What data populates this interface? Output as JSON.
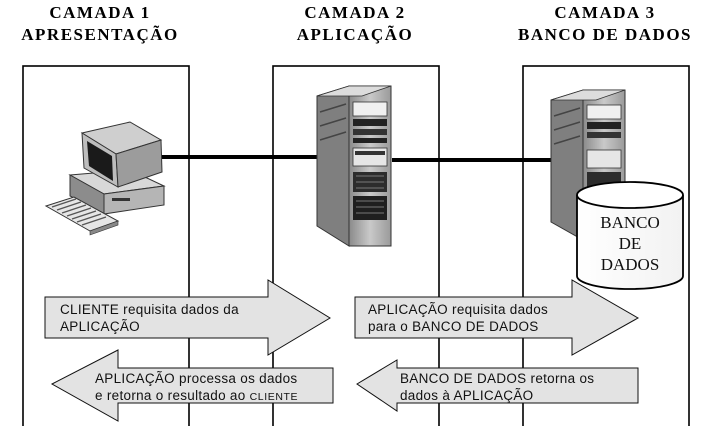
{
  "layers": [
    {
      "line1": "CAMADA 1",
      "line2": "APRESENTAÇÃO"
    },
    {
      "line1": "CAMADA 2",
      "line2": "APLICAÇÃO"
    },
    {
      "line1": "CAMADA 3",
      "line2": "BANCO DE DADOS"
    }
  ],
  "database_label": {
    "line1": "BANCO",
    "line2": "DE",
    "line3": "DADOS"
  },
  "arrows": {
    "client_request": {
      "line1": "CLIENTE requisita dados da",
      "line2": "APLICAÇÃO"
    },
    "app_request": {
      "line1": "APLICAÇÃO requisita dados",
      "line2": "para o BANCO DE DADOS"
    },
    "app_response": {
      "line1": "APLICAÇÃO processa os dados",
      "line2a": "e retorna o resultado ao ",
      "line2b": "CLIENTE"
    },
    "db_response": {
      "line1": "BANCO DE DADOS retorna os",
      "line2": "dados à APLICAÇÃO"
    }
  },
  "colors": {
    "arrow_fill": "#e3e3e3",
    "line": "#000000"
  }
}
